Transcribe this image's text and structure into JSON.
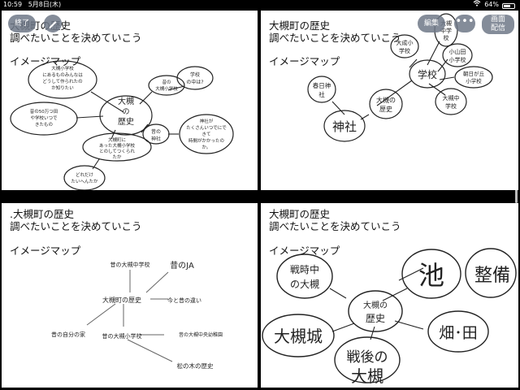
{
  "status": {
    "time": "10:59",
    "date": "5月8日(木)",
    "battery_text": "64%",
    "battery_level": 0.64,
    "wifi_icon": "wifi-icon"
  },
  "toolbar": {
    "close_label": "終了",
    "edit_label": "編集",
    "more_label": "•••",
    "present_label_1": "画面",
    "present_label_2": "配信"
  },
  "panels": [
    {
      "title1": "大槻町の歴史",
      "title2": "調べたいことを決めていこう",
      "subtitle": "イメージマップ",
      "nodes": {
        "center": [
          "大槻",
          "の",
          "歴史"
        ],
        "n1": [
          "大槻小学校",
          "にあるものみんなは",
          "どうして作られたの",
          "か知りたい"
        ],
        "n2": [
          "昔の",
          "大槻小学校"
        ],
        "n3": [
          "学校",
          "の中は?"
        ],
        "n4": [
          "昔の50万つ田",
          "や学校いつで",
          "きたもの"
        ],
        "n5": [
          "昔の",
          "神社"
        ],
        "n6": [
          "神社が",
          "たくさんいつでにで",
          "きて",
          "時間がかかったの",
          "か。"
        ],
        "n7": [
          "大槻町に",
          "あった大槻小学校",
          "とのしてつくられ",
          "たか"
        ],
        "n8": [
          "どれだけ",
          "たいへんたか"
        ]
      }
    },
    {
      "title1": "大槻町の歴史",
      "title2": "調べたいことを決めていこう",
      "subtitle": "イメージマップ",
      "nodes": {
        "center": [
          "大槻の",
          "歴史"
        ],
        "shrine": "神社",
        "kasuga": [
          "春日神",
          "社"
        ],
        "school": "学校",
        "taisei": [
          "大成小",
          "学校"
        ],
        "otsuki_chu_top": [
          "大槻",
          "中学",
          "校"
        ],
        "koyamada": [
          "小山田",
          "小学校"
        ],
        "asahigaoka": [
          "朝日が丘",
          "小学校"
        ],
        "otsuki_chu": [
          "大槻中",
          "学校"
        ]
      }
    },
    {
      "title1": ".大槻町の歴史",
      "title2": "調べたいことを決めていこう",
      "subtitle": "イメージマップ",
      "nodes": {
        "center": "大槻町の歴史",
        "n1": "昔の大槻中学校",
        "n2": "昔のJA",
        "n3": "今と昔の違い",
        "n4": "昔の自分の家",
        "n5": "昔の大槻小学校",
        "n6": "昔の大槻中央幼稚園",
        "n7": "松の木の歴史"
      }
    },
    {
      "title1": "大槻町の歴史",
      "title2": "調べたいことを決めていこう",
      "subtitle": "イメージマップ",
      "nodes": {
        "center": [
          "大槻の",
          "歴史"
        ],
        "war": [
          "戦時中",
          "の大槻"
        ],
        "pond": "池",
        "seibi": "整備",
        "castle": "大槻城",
        "postwar": [
          "戦後の",
          "大槻"
        ],
        "field": "畑･田"
      }
    }
  ]
}
